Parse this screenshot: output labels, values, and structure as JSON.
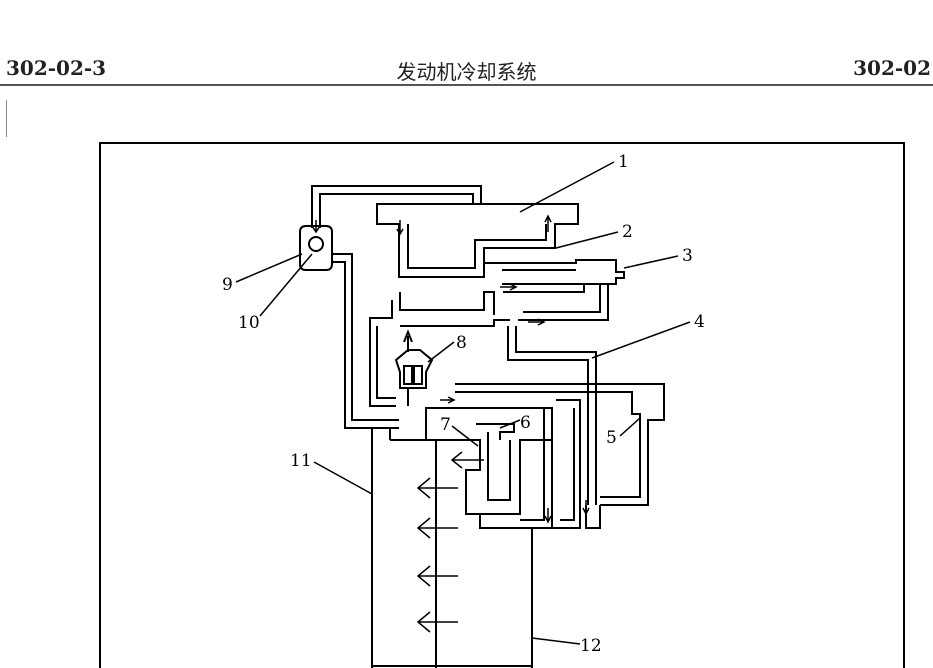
{
  "header": {
    "code_left": "302-02-3",
    "title": "发动机冷却系统",
    "code_right": "302-02"
  },
  "callouts": [
    "1",
    "2",
    "3",
    "4",
    "5",
    "6",
    "7",
    "8",
    "9",
    "10",
    "11",
    "12"
  ]
}
